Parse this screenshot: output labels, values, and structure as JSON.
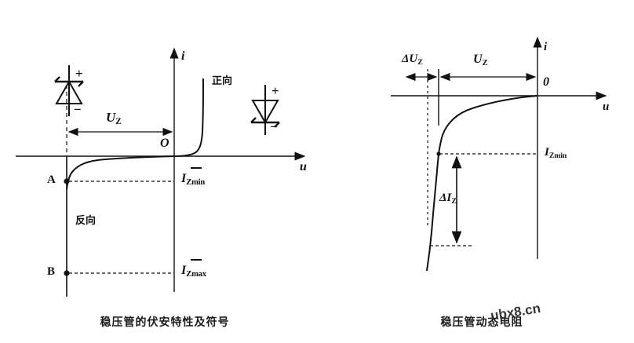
{
  "figures": [
    {
      "id": "volt-ampere-characteristic",
      "caption": "稳压管的伏安特性及符号",
      "axes": {
        "x_label": "u",
        "y_label": "i",
        "origin_label": "O"
      },
      "annotations": {
        "forward_region": "正向",
        "reverse_region": "反向",
        "breakdown_voltage": "U",
        "breakdown_voltage_sub": "Z",
        "current_min": "I",
        "current_min_sub": "Zmin",
        "current_max": "I",
        "current_max_sub": "Zmax",
        "point_a": "A",
        "point_b": "B"
      },
      "symbols": [
        {
          "name": "zener-diode-symbol-up",
          "plus": "+",
          "minus": "−"
        },
        {
          "name": "zener-diode-symbol-down",
          "plus": "+",
          "minus": "−"
        }
      ]
    },
    {
      "id": "dynamic-resistance",
      "caption": "稳压管动态电阻",
      "axes": {
        "x_label": "u",
        "y_label": "i",
        "origin_label": "0"
      },
      "annotations": {
        "delta_voltage": "ΔU",
        "delta_voltage_sub": "Z",
        "breakdown_voltage": "U",
        "breakdown_voltage_sub": "Z",
        "delta_current": "ΔI",
        "delta_current_sub": "Z",
        "current_min": "I",
        "current_min_sub": "Zmin"
      }
    }
  ],
  "watermark": {
    "text": "ubx8.cn"
  },
  "chart_data": [
    {
      "type": "line",
      "title": "稳压管的伏安特性及符号",
      "xlabel": "u",
      "ylabel": "i",
      "description": "Zener diode volt-ampere characteristic curve: forward conduction in first quadrant, reverse breakdown in third quadrant",
      "series": [
        {
          "name": "forward-branch",
          "x": [
            0,
            0.2,
            0.45,
            0.62,
            0.7,
            0.74,
            0.76,
            0.77
          ],
          "y": [
            0,
            0.02,
            0.08,
            0.35,
            1.2,
            2.4,
            3.6,
            4.4
          ]
        },
        {
          "name": "reverse-branch",
          "x": [
            0,
            -0.6,
            -1.2,
            -1.8,
            -2.3,
            -2.55,
            -2.62,
            -2.64,
            -2.66
          ],
          "y": [
            0,
            -0.03,
            -0.07,
            -0.14,
            -0.3,
            -0.75,
            -1.6,
            -3.4,
            -6.2
          ]
        }
      ],
      "markers": [
        {
          "label": "A",
          "x": -2.64,
          "y": -1.6,
          "note": "I_Zmin operating point"
        },
        {
          "label": "B",
          "x": -2.66,
          "y": -6.2,
          "note": "I_Zmax operating point"
        }
      ],
      "annotations": [
        {
          "text": "U_Z",
          "type": "span-arrow",
          "from_x": -2.64,
          "to_x": 0
        },
        {
          "text": "I_Zmin",
          "type": "level",
          "y": -1.6
        },
        {
          "text": "I_Zmax",
          "type": "level",
          "y": -6.2
        },
        {
          "text": "正向",
          "type": "region-label"
        },
        {
          "text": "反向",
          "type": "region-label"
        }
      ],
      "grid": false,
      "legend": "none"
    },
    {
      "type": "line",
      "title": "稳压管动态电阻",
      "xlabel": "u",
      "ylabel": "i",
      "description": "Zener dynamic resistance: slope of reverse breakdown region, r_z = ΔU_Z / ΔI_Z",
      "series": [
        {
          "name": "reverse-breakdown-branch",
          "x": [
            0,
            -0.5,
            -1.1,
            -1.7,
            -2.05,
            -2.22,
            -2.3,
            -2.4,
            -2.52,
            -2.62
          ],
          "y": [
            0,
            -0.12,
            -0.26,
            -0.42,
            -0.62,
            -1.1,
            -1.9,
            -3.3,
            -4.9,
            -6.4
          ]
        }
      ],
      "annotations": [
        {
          "text": "ΔU_Z",
          "type": "span-arrow",
          "from_x": -2.52,
          "to_x": -2.24
        },
        {
          "text": "U_Z",
          "type": "span-arrow",
          "from_x": -2.24,
          "to_x": 0
        },
        {
          "text": "ΔI_Z",
          "type": "span-arrow-vertical",
          "from_y": -1.1,
          "to_y": -4.6
        },
        {
          "text": "I_Zmin",
          "type": "level",
          "y": -1.1
        }
      ],
      "grid": false,
      "legend": "none"
    }
  ]
}
